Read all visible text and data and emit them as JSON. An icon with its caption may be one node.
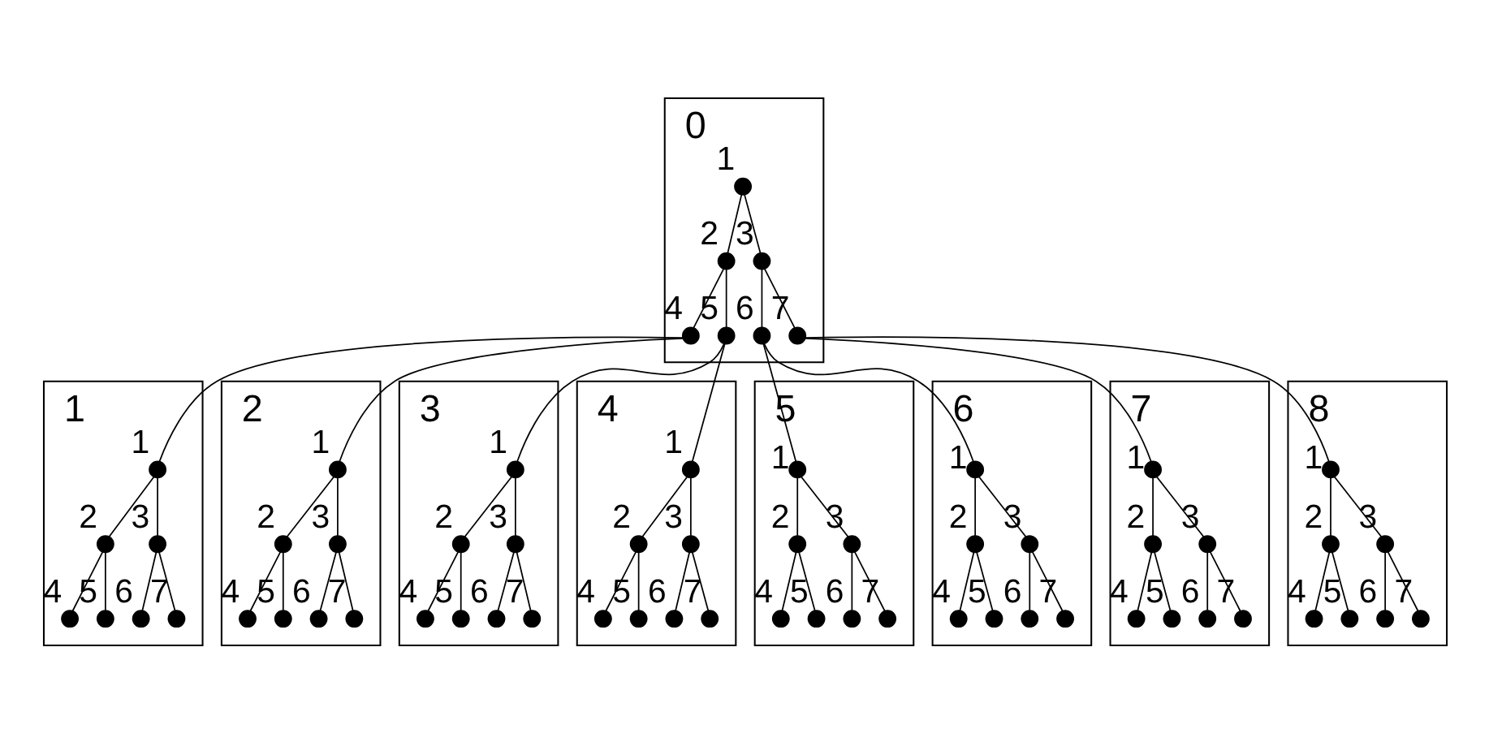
{
  "diagram": {
    "nodes": [
      {
        "text": [
          "0"
        ]
      },
      {
        "text": [],
        "shape": "circle",
        "beside": [
          "1"
        ],
        "in": 0
      },
      {
        "text": [],
        "shape": "circle",
        "beside": [
          "2"
        ],
        "in": 0
      },
      {
        "text": [],
        "shape": "circle",
        "beside": [
          "3"
        ],
        "in": 0
      },
      {
        "text": [],
        "shape": "circle",
        "beside": [
          "4"
        ],
        "in": 0
      },
      {
        "text": [],
        "shape": "circle",
        "beside": [
          "5"
        ],
        "in": 0
      },
      {
        "text": [],
        "shape": "circle",
        "beside": [
          "6"
        ],
        "in": 0
      },
      {
        "text": [],
        "shape": "circle",
        "beside": [
          "7"
        ],
        "in": 0
      },
      {
        "text": [
          "1"
        ]
      },
      {
        "text": [],
        "shape": "circle",
        "beside": [
          "1"
        ],
        "in": 8
      },
      {
        "text": [],
        "shape": "circle",
        "beside": [
          "2"
        ],
        "in": 8
      },
      {
        "text": [],
        "shape": "circle",
        "beside": [
          "3"
        ],
        "in": 8
      },
      {
        "text": [],
        "shape": "circle",
        "beside": [
          "4"
        ],
        "in": 8
      },
      {
        "text": [],
        "shape": "circle",
        "beside": [
          "5"
        ],
        "in": 8
      },
      {
        "text": [],
        "shape": "circle",
        "beside": [
          "6"
        ],
        "in": 8
      },
      {
        "text": [],
        "shape": "circle",
        "beside": [
          "7"
        ],
        "in": 8
      },
      {
        "text": [
          "2"
        ]
      },
      {
        "text": [],
        "shape": "circle",
        "beside": [
          "1"
        ],
        "in": 16
      },
      {
        "text": [],
        "shape": "circle",
        "beside": [
          "2"
        ],
        "in": 16
      },
      {
        "text": [],
        "shape": "circle",
        "beside": [
          "3"
        ],
        "in": 16
      },
      {
        "text": [],
        "shape": "circle",
        "beside": [
          "4"
        ],
        "in": 16
      },
      {
        "text": [],
        "shape": "circle",
        "beside": [
          "5"
        ],
        "in": 16
      },
      {
        "text": [],
        "shape": "circle",
        "beside": [
          "6"
        ],
        "in": 16
      },
      {
        "text": [],
        "shape": "circle",
        "beside": [
          "7"
        ],
        "in": 16
      },
      {
        "text": [
          "3"
        ]
      },
      {
        "text": [],
        "shape": "circle",
        "beside": [
          "1"
        ],
        "in": 24
      },
      {
        "text": [],
        "shape": "circle",
        "beside": [
          "2"
        ],
        "in": 24
      },
      {
        "text": [],
        "shape": "circle",
        "beside": [
          "3"
        ],
        "in": 24
      },
      {
        "text": [],
        "shape": "circle",
        "beside": [
          "4"
        ],
        "in": 24
      },
      {
        "text": [],
        "shape": "circle",
        "beside": [
          "5"
        ],
        "in": 24
      },
      {
        "text": [],
        "shape": "circle",
        "beside": [
          "6"
        ],
        "in": 24
      },
      {
        "text": [],
        "shape": "circle",
        "beside": [
          "7"
        ],
        "in": 24
      },
      {
        "text": [
          "4"
        ]
      },
      {
        "text": [],
        "shape": "circle",
        "beside": [
          "1"
        ],
        "in": 32
      },
      {
        "text": [],
        "shape": "circle",
        "beside": [
          "2"
        ],
        "in": 32
      },
      {
        "text": [],
        "shape": "circle",
        "beside": [
          "3"
        ],
        "in": 32
      },
      {
        "text": [],
        "shape": "circle",
        "beside": [
          "4"
        ],
        "in": 32
      },
      {
        "text": [],
        "shape": "circle",
        "beside": [
          "5"
        ],
        "in": 32
      },
      {
        "text": [],
        "shape": "circle",
        "beside": [
          "6"
        ],
        "in": 32
      },
      {
        "text": [],
        "shape": "circle",
        "beside": [
          "7"
        ],
        "in": 32
      },
      {
        "text": [
          "5"
        ]
      },
      {
        "text": [],
        "shape": "circle",
        "beside": [
          "1"
        ],
        "in": 40
      },
      {
        "text": [],
        "shape": "circle",
        "beside": [
          "2"
        ],
        "in": 40
      },
      {
        "text": [],
        "shape": "circle",
        "beside": [
          "3"
        ],
        "in": 40
      },
      {
        "text": [],
        "shape": "circle",
        "beside": [
          "4"
        ],
        "in": 40
      },
      {
        "text": [],
        "shape": "circle",
        "beside": [
          "5"
        ],
        "in": 40
      },
      {
        "text": [],
        "shape": "circle",
        "beside": [
          "6"
        ],
        "in": 40
      },
      {
        "text": [],
        "shape": "circle",
        "beside": [
          "7"
        ],
        "in": 40
      },
      {
        "text": [
          "6"
        ]
      },
      {
        "text": [],
        "shape": "circle",
        "beside": [
          "1"
        ],
        "in": 48
      },
      {
        "text": [],
        "shape": "circle",
        "beside": [
          "2"
        ],
        "in": 48
      },
      {
        "text": [],
        "shape": "circle",
        "beside": [
          "3"
        ],
        "in": 48
      },
      {
        "text": [],
        "shape": "circle",
        "beside": [
          "4"
        ],
        "in": 48
      },
      {
        "text": [],
        "shape": "circle",
        "beside": [
          "5"
        ],
        "in": 48
      },
      {
        "text": [],
        "shape": "circle",
        "beside": [
          "6"
        ],
        "in": 48
      },
      {
        "text": [],
        "shape": "circle",
        "beside": [
          "7"
        ],
        "in": 48
      },
      {
        "text": [
          "7"
        ]
      },
      {
        "text": [],
        "shape": "circle",
        "beside": [
          "1"
        ],
        "in": 56
      },
      {
        "text": [],
        "shape": "circle",
        "beside": [
          "2"
        ],
        "in": 56
      },
      {
        "text": [],
        "shape": "circle",
        "beside": [
          "3"
        ],
        "in": 56
      },
      {
        "text": [],
        "shape": "circle",
        "beside": [
          "4"
        ],
        "in": 56
      },
      {
        "text": [],
        "shape": "circle",
        "beside": [
          "5"
        ],
        "in": 56
      },
      {
        "text": [],
        "shape": "circle",
        "beside": [
          "6"
        ],
        "in": 56
      },
      {
        "text": [],
        "shape": "circle",
        "beside": [
          "7"
        ],
        "in": 56
      },
      {
        "text": [
          "8"
        ]
      },
      {
        "text": [],
        "shape": "circle",
        "beside": [
          "1"
        ],
        "in": 64
      },
      {
        "text": [],
        "shape": "circle",
        "beside": [
          "2"
        ],
        "in": 64
      },
      {
        "text": [],
        "shape": "circle",
        "beside": [
          "3"
        ],
        "in": 64
      },
      {
        "text": [],
        "shape": "circle",
        "beside": [
          "4"
        ],
        "in": 64
      },
      {
        "text": [],
        "shape": "circle",
        "beside": [
          "5"
        ],
        "in": 64
      },
      {
        "text": [],
        "shape": "circle",
        "beside": [
          "6"
        ],
        "in": 64
      },
      {
        "text": [],
        "shape": "circle",
        "beside": [
          "7"
        ],
        "in": 64
      }
    ],
    "edges": [
      {
        "from": 1,
        "to": 2,
        "arrow": "none"
      },
      {
        "from": 1,
        "to": 3,
        "arrow": "none"
      },
      {
        "from": 2,
        "to": 4,
        "arrow": "none"
      },
      {
        "from": 2,
        "to": 5,
        "arrow": "none"
      },
      {
        "from": 3,
        "to": 6,
        "arrow": "none"
      },
      {
        "from": 3,
        "to": 7,
        "arrow": "none"
      },
      {
        "from": 4,
        "to": 9,
        "arrow": "none"
      },
      {
        "from": 4,
        "to": 17,
        "arrow": "none"
      },
      {
        "from": 5,
        "to": 25,
        "arrow": "none"
      },
      {
        "from": 5,
        "to": 33,
        "arrow": "none"
      },
      {
        "from": 6,
        "to": 41,
        "arrow": "none"
      },
      {
        "from": 6,
        "to": 49,
        "arrow": "none"
      },
      {
        "from": 7,
        "to": 57,
        "arrow": "none"
      },
      {
        "from": 7,
        "to": 65,
        "arrow": "none"
      },
      {
        "from": 9,
        "to": 10,
        "arrow": "none"
      },
      {
        "from": 9,
        "to": 11,
        "arrow": "none"
      },
      {
        "from": 10,
        "to": 12,
        "arrow": "none"
      },
      {
        "from": 10,
        "to": 13,
        "arrow": "none"
      },
      {
        "from": 11,
        "to": 14,
        "arrow": "none"
      },
      {
        "from": 11,
        "to": 15,
        "arrow": "none"
      },
      {
        "from": 17,
        "to": 18,
        "arrow": "none"
      },
      {
        "from": 17,
        "to": 19,
        "arrow": "none"
      },
      {
        "from": 18,
        "to": 20,
        "arrow": "none"
      },
      {
        "from": 18,
        "to": 21,
        "arrow": "none"
      },
      {
        "from": 19,
        "to": 22,
        "arrow": "none"
      },
      {
        "from": 19,
        "to": 23,
        "arrow": "none"
      },
      {
        "from": 25,
        "to": 26,
        "arrow": "none"
      },
      {
        "from": 25,
        "to": 27,
        "arrow": "none"
      },
      {
        "from": 26,
        "to": 28,
        "arrow": "none"
      },
      {
        "from": 26,
        "to": 29,
        "arrow": "none"
      },
      {
        "from": 27,
        "to": 30,
        "arrow": "none"
      },
      {
        "from": 27,
        "to": 31,
        "arrow": "none"
      },
      {
        "from": 33,
        "to": 34,
        "arrow": "none"
      },
      {
        "from": 33,
        "to": 35,
        "arrow": "none"
      },
      {
        "from": 34,
        "to": 36,
        "arrow": "none"
      },
      {
        "from": 34,
        "to": 37,
        "arrow": "none"
      },
      {
        "from": 35,
        "to": 38,
        "arrow": "none"
      },
      {
        "from": 35,
        "to": 39,
        "arrow": "none"
      },
      {
        "from": 41,
        "to": 42,
        "arrow": "none"
      },
      {
        "from": 41,
        "to": 43,
        "arrow": "none"
      },
      {
        "from": 42,
        "to": 44,
        "arrow": "none"
      },
      {
        "from": 42,
        "to": 45,
        "arrow": "none"
      },
      {
        "from": 43,
        "to": 46,
        "arrow": "none"
      },
      {
        "from": 43,
        "to": 47,
        "arrow": "none"
      },
      {
        "from": 49,
        "to": 50,
        "arrow": "none"
      },
      {
        "from": 49,
        "to": 51,
        "arrow": "none"
      },
      {
        "from": 50,
        "to": 52,
        "arrow": "none"
      },
      {
        "from": 50,
        "to": 53,
        "arrow": "none"
      },
      {
        "from": 51,
        "to": 54,
        "arrow": "none"
      },
      {
        "from": 51,
        "to": 55,
        "arrow": "none"
      },
      {
        "from": 57,
        "to": 58,
        "arrow": "none"
      },
      {
        "from": 57,
        "to": 59,
        "arrow": "none"
      },
      {
        "from": 58,
        "to": 60,
        "arrow": "none"
      },
      {
        "from": 58,
        "to": 61,
        "arrow": "none"
      },
      {
        "from": 59,
        "to": 62,
        "arrow": "none"
      },
      {
        "from": 59,
        "to": 63,
        "arrow": "none"
      },
      {
        "from": 65,
        "to": 66,
        "arrow": "none"
      },
      {
        "from": 65,
        "to": 67,
        "arrow": "none"
      },
      {
        "from": 66,
        "to": 68,
        "arrow": "none"
      },
      {
        "from": 66,
        "to": 69,
        "arrow": "none"
      },
      {
        "from": 67,
        "to": 70,
        "arrow": "none"
      },
      {
        "from": 67,
        "to": 71,
        "arrow": "none"
      }
    ]
  }
}
